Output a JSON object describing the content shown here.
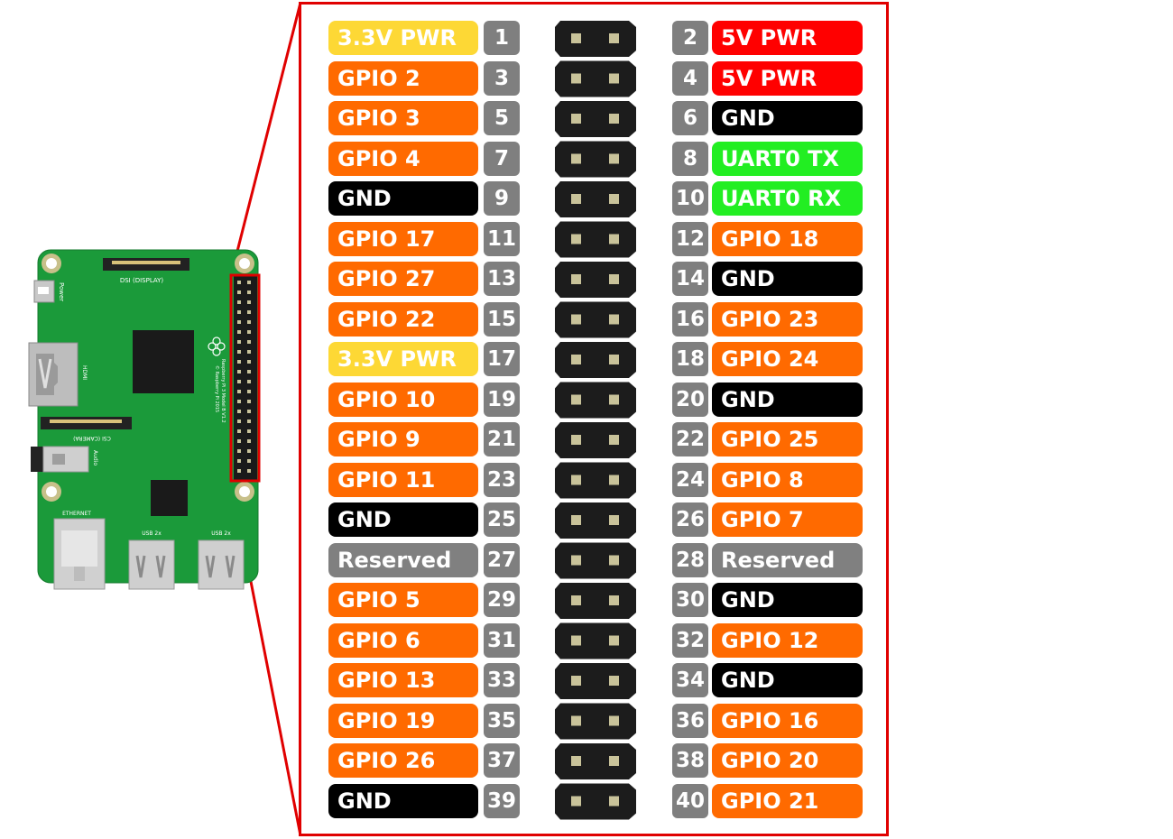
{
  "colors": {
    "power_3v3": "#FDD835",
    "power_5v": "#FF0000",
    "ground": "#000000",
    "gpio": "#FF6A00",
    "uart": "#22EE22",
    "reserved": "#808080",
    "pin_number_bg": "#808080",
    "callout_red": "#E00000",
    "pcb_green": "#1B9A3A"
  },
  "board": {
    "dsi_label": "DSI (DISPLAY)",
    "csi_label": "CSI (CAMERA)",
    "power_label": "Power",
    "hdmi_label": "HDMI",
    "audio_label": "Audio",
    "ethernet_label": "ETHERNET",
    "usb1_label": "USB 2x",
    "usb2_label": "USB 2x",
    "model_text": "Raspberry Pi 3 Model B V1.2",
    "copyright_text": "© Raspberry Pi 2015"
  },
  "left_pins": [
    {
      "num": "1",
      "label": "3.3V PWR",
      "kind": "power_3v3"
    },
    {
      "num": "3",
      "label": "GPIO 2",
      "kind": "gpio"
    },
    {
      "num": "5",
      "label": "GPIO 3",
      "kind": "gpio"
    },
    {
      "num": "7",
      "label": "GPIO 4",
      "kind": "gpio"
    },
    {
      "num": "9",
      "label": "GND",
      "kind": "ground"
    },
    {
      "num": "11",
      "label": "GPIO 17",
      "kind": "gpio"
    },
    {
      "num": "13",
      "label": "GPIO 27",
      "kind": "gpio"
    },
    {
      "num": "15",
      "label": "GPIO 22",
      "kind": "gpio"
    },
    {
      "num": "17",
      "label": "3.3V PWR",
      "kind": "power_3v3"
    },
    {
      "num": "19",
      "label": "GPIO 10",
      "kind": "gpio"
    },
    {
      "num": "21",
      "label": "GPIO 9",
      "kind": "gpio"
    },
    {
      "num": "23",
      "label": "GPIO 11",
      "kind": "gpio"
    },
    {
      "num": "25",
      "label": "GND",
      "kind": "ground"
    },
    {
      "num": "27",
      "label": "Reserved",
      "kind": "reserved"
    },
    {
      "num": "29",
      "label": "GPIO 5",
      "kind": "gpio"
    },
    {
      "num": "31",
      "label": "GPIO 6",
      "kind": "gpio"
    },
    {
      "num": "33",
      "label": "GPIO 13",
      "kind": "gpio"
    },
    {
      "num": "35",
      "label": "GPIO 19",
      "kind": "gpio"
    },
    {
      "num": "37",
      "label": "GPIO 26",
      "kind": "gpio"
    },
    {
      "num": "39",
      "label": "GND",
      "kind": "ground"
    }
  ],
  "right_pins": [
    {
      "num": "2",
      "label": "5V PWR",
      "kind": "power_5v"
    },
    {
      "num": "4",
      "label": "5V PWR",
      "kind": "power_5v"
    },
    {
      "num": "6",
      "label": "GND",
      "kind": "ground"
    },
    {
      "num": "8",
      "label": "UART0 TX",
      "kind": "uart"
    },
    {
      "num": "10",
      "label": "UART0 RX",
      "kind": "uart"
    },
    {
      "num": "12",
      "label": "GPIO 18",
      "kind": "gpio"
    },
    {
      "num": "14",
      "label": "GND",
      "kind": "ground"
    },
    {
      "num": "16",
      "label": "GPIO 23",
      "kind": "gpio"
    },
    {
      "num": "18",
      "label": "GPIO 24",
      "kind": "gpio"
    },
    {
      "num": "20",
      "label": "GND",
      "kind": "ground"
    },
    {
      "num": "22",
      "label": "GPIO 25",
      "kind": "gpio"
    },
    {
      "num": "24",
      "label": "GPIO 8",
      "kind": "gpio"
    },
    {
      "num": "26",
      "label": "GPIO 7",
      "kind": "gpio"
    },
    {
      "num": "28",
      "label": "Reserved",
      "kind": "reserved"
    },
    {
      "num": "30",
      "label": "GND",
      "kind": "ground"
    },
    {
      "num": "32",
      "label": "GPIO 12",
      "kind": "gpio"
    },
    {
      "num": "34",
      "label": "GND",
      "kind": "ground"
    },
    {
      "num": "36",
      "label": "GPIO 16",
      "kind": "gpio"
    },
    {
      "num": "38",
      "label": "GPIO 20",
      "kind": "gpio"
    },
    {
      "num": "40",
      "label": "GPIO 21",
      "kind": "gpio"
    }
  ]
}
